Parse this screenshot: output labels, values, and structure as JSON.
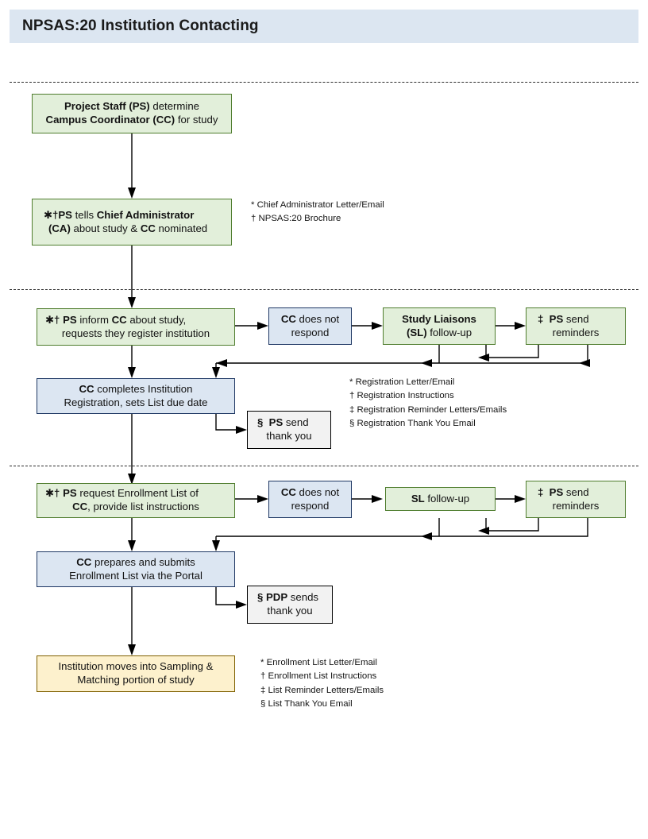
{
  "header": {
    "title": "NPSAS:20 Institution Contacting"
  },
  "colors": {
    "banner": "#dce6f1",
    "green_fill": "#e2efda",
    "green_border": "#4f7d2e",
    "blue_fill": "#dce6f2",
    "blue_border": "#1f3864",
    "tan_fill": "#fdf1cd",
    "tan_border": "#7f6000",
    "plain_fill": "#f2f2f2",
    "plain_border": "#000000",
    "line": "#000000"
  },
  "nodes": {
    "determine_cc": {
      "line1_bold_a": "Project Staff (PS)",
      "line1_rest": " determine",
      "line2_bold_a": "Campus Coordinator (CC)",
      "line2_rest": " for study"
    },
    "ps_tells_ca": {
      "symbols": "✱†",
      "line1_bold_a": "PS",
      "line1_mid": " tells ",
      "line1_bold_b": "Chief Administrator",
      "line2_bold_a": "(CA)",
      "line2_mid": " about study & ",
      "line2_bold_b": "CC",
      "line2_rest": " nominated"
    },
    "ps_inform_cc": {
      "symbols": "✱†",
      "line1_bold_a": "PS",
      "line1_mid": " inform  ",
      "line1_bold_b": "CC",
      "line1_rest": " about study,",
      "line2": "requests they register institution"
    },
    "cc_no_respond_1": {
      "line1_bold_a": "CC",
      "line1_rest": " does not",
      "line2": "respond"
    },
    "study_liaisons": {
      "line1_bold_a": "Study Liaisons",
      "line2_bold_a": "(SL)",
      "line2_rest": " follow-up"
    },
    "ps_reminders_1": {
      "symbols": "‡",
      "line1_bold_a": "PS",
      "line1_rest": " send",
      "line2": "reminders"
    },
    "cc_completes_reg": {
      "line1_bold_a": "CC",
      "line1_rest": " completes Institution",
      "line2": "Registration, sets List due date"
    },
    "ps_thank_you": {
      "symbols": "§",
      "line1_bold_a": "PS",
      "line1_rest": " send",
      "line2": "thank you"
    },
    "ps_request_list": {
      "symbols": "✱†",
      "line1_bold_a": "PS",
      "line1_mid": " request  Enrollment  List of",
      "line2_bold_a": "CC",
      "line2_rest": ", provide list instructions"
    },
    "cc_no_respond_2": {
      "line1_bold_a": "CC",
      "line1_rest": " does not",
      "line2": "respond"
    },
    "sl_followup_2": {
      "line1_bold_a": "SL",
      "line1_rest": " follow-up"
    },
    "ps_reminders_2": {
      "symbols": "‡",
      "line1_bold_a": "PS",
      "line1_rest": " send",
      "line2": "reminders"
    },
    "cc_prepares_list": {
      "line1_bold_a": "CC",
      "line1_rest": " prepares and submits",
      "line2": "Enrollment List via the Portal"
    },
    "pdp_thank_you": {
      "symbols": "§",
      "line1_bold_a": "PDP",
      "line1_rest": " sends",
      "line2": "thank you"
    },
    "institution_sampling": {
      "line1": "Institution moves into Sampling &",
      "line2": "Matching portion of study"
    }
  },
  "legends": {
    "section1": [
      "* Chief Administrator Letter/Email",
      "† NPSAS:20 Brochure"
    ],
    "section2": [
      "* Registration Letter/Email",
      "† Registration Instructions",
      "‡ Registration Reminder Letters/Emails",
      "§ Registration Thank You Email"
    ],
    "section3": [
      "* Enrollment List Letter/Email",
      "† Enrollment List Instructions",
      "‡ List Reminder Letters/Emails",
      "§ List Thank You Email"
    ]
  }
}
